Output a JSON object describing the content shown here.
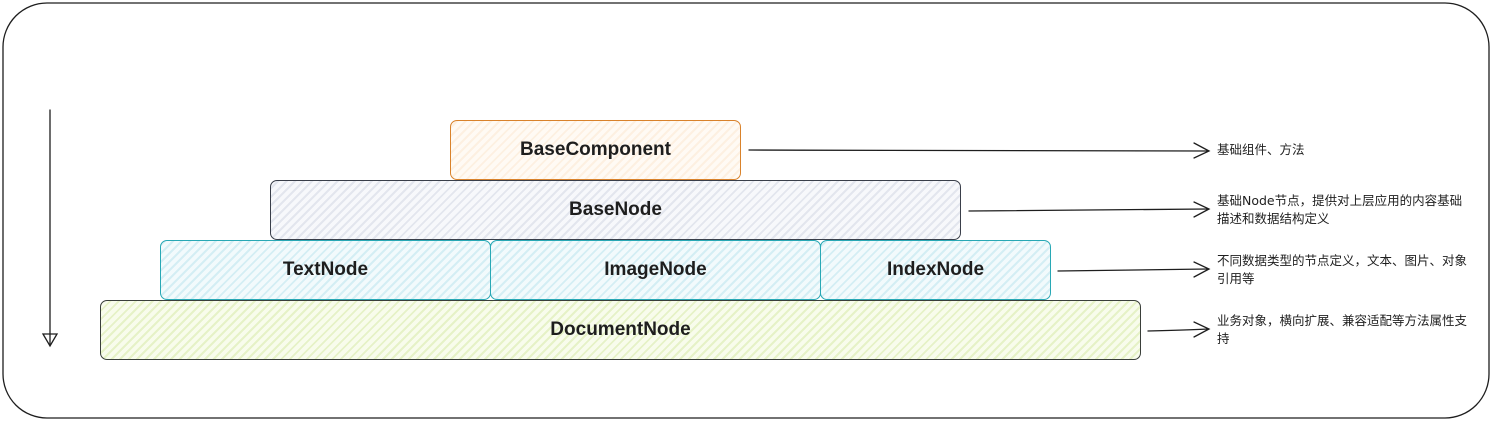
{
  "layers": [
    {
      "label": "BaseComponent",
      "description": "基础组件、方法"
    },
    {
      "label": "BaseNode",
      "description": "基础Node节点，提供对上层应用的内容基础描述和数据结构定义"
    },
    {
      "label_parts": [
        "TextNode",
        "ImageNode",
        "IndexNode"
      ],
      "description": "不同数据类型的节点定义，文本、图片、对象引用等"
    },
    {
      "label": "DocumentNode",
      "description": "业务对象，横向扩展、兼容适配等方法属性支持"
    }
  ],
  "colors": {
    "base_component": "#d9822b",
    "base_node": "#3a3f4a",
    "type_nodes": "#28a8b5",
    "document_node": "#8fbf3a",
    "stroke": "#1e1e1e"
  }
}
